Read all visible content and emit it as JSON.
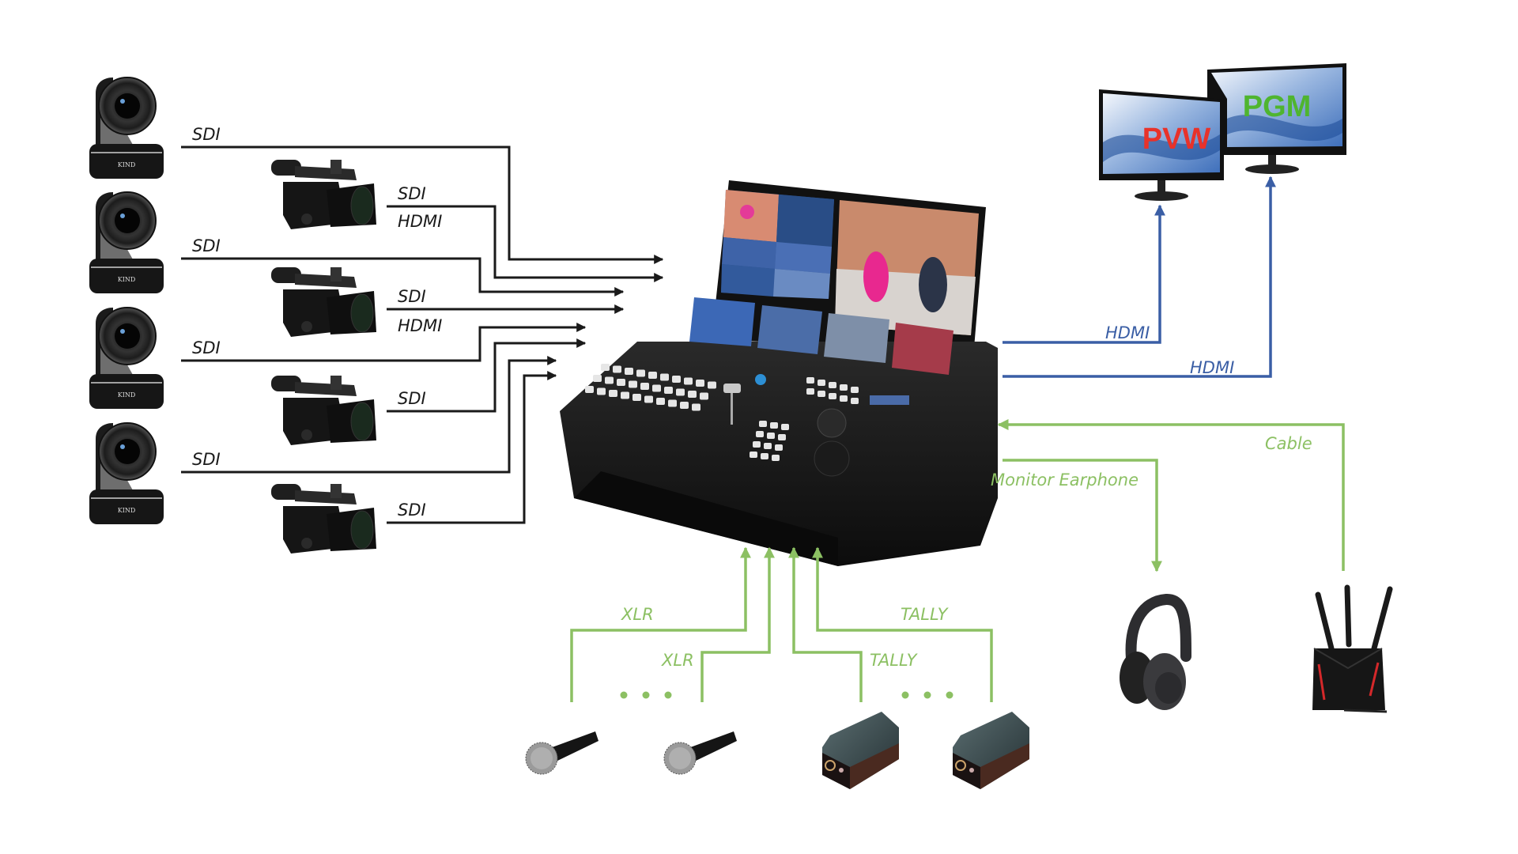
{
  "diagram": {
    "title": "Video switcher system connection diagram",
    "colors": {
      "video_wire": "#1a1a1a",
      "output_wire": "#3a5ea5",
      "audio_control_wire": "#8cc063",
      "pvw_text": "#e8322a",
      "pgm_text": "#4fb52f"
    },
    "inputs": [
      {
        "device": "PTZ camera",
        "brand": "KIND",
        "labels": [
          "SDI"
        ]
      },
      {
        "device": "Camcorder",
        "labels": [
          "SDI",
          "HDMI"
        ]
      },
      {
        "device": "PTZ camera",
        "brand": "KIND",
        "labels": [
          "SDI"
        ]
      },
      {
        "device": "Camcorder",
        "labels": [
          "SDI",
          "HDMI"
        ]
      },
      {
        "device": "PTZ camera",
        "brand": "KIND",
        "labels": [
          "SDI"
        ]
      },
      {
        "device": "Camcorder",
        "labels": [
          "SDI"
        ]
      },
      {
        "device": "PTZ camera",
        "brand": "KIND",
        "labels": [
          "SDI"
        ]
      },
      {
        "device": "Camcorder",
        "labels": [
          "SDI"
        ]
      }
    ],
    "center": {
      "device": "Live production switcher console"
    },
    "outputs": {
      "pvw": {
        "screen_text": "PVW",
        "link_label": "HDMI"
      },
      "pgm": {
        "screen_text": "PGM",
        "link_label": "HDMI"
      }
    },
    "peripherals": {
      "headphones": {
        "device": "Headphones",
        "link_label": "Monitor Earphone"
      },
      "router": {
        "device": "Router",
        "link_label": "Cable"
      }
    },
    "audio_tally": {
      "xlr_labels": [
        "XLR",
        "XLR"
      ],
      "tally_labels": [
        "TALLY",
        "TALLY"
      ],
      "ellipsis": "• • •",
      "devices": [
        "Microphone",
        "Microphone",
        "Tally box",
        "Tally box"
      ]
    }
  }
}
